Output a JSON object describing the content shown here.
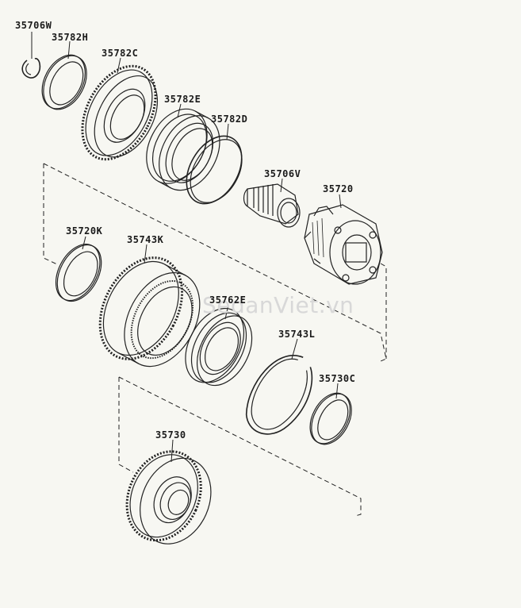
{
  "diagram": {
    "parts": [
      {
        "id": "35706w",
        "label": "35706W"
      },
      {
        "id": "35782h",
        "label": "35782H"
      },
      {
        "id": "35782c",
        "label": "35782C"
      },
      {
        "id": "35782e",
        "label": "35782E"
      },
      {
        "id": "35782d",
        "label": "35782D"
      },
      {
        "id": "35706v",
        "label": "35706V"
      },
      {
        "id": "35720",
        "label": "35720"
      },
      {
        "id": "35720k",
        "label": "35720K"
      },
      {
        "id": "35743k",
        "label": "35743K"
      },
      {
        "id": "35762e",
        "label": "35762E"
      },
      {
        "id": "35743l",
        "label": "35743L"
      },
      {
        "id": "35730c",
        "label": "35730C"
      },
      {
        "id": "35730",
        "label": "35730"
      }
    ],
    "watermark": "SedanViet.vn"
  }
}
